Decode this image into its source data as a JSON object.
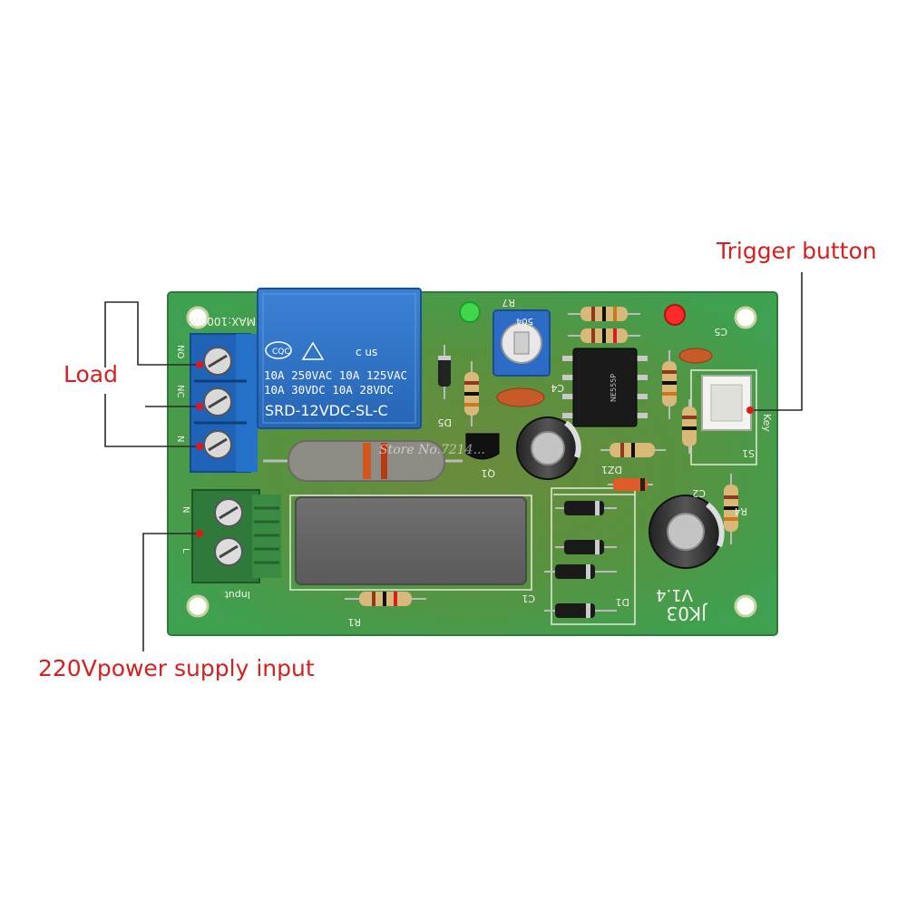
{
  "callouts": {
    "trigger": "Trigger button",
    "load": "Load",
    "power": "220Vpower supply input"
  },
  "relay": {
    "line1": "10A 250VAC 10A 125VAC",
    "line2": "10A   30VDC 10A   28VDC",
    "model": "SRD-12VDC-SL-C",
    "cqc": "CQC",
    "ul": "c  us"
  },
  "pcb": {
    "version": "V1.4",
    "model": "JK03",
    "max_rating": "MAX:1000W",
    "input": "Input",
    "key": "Key",
    "silk": {
      "r1": "R1",
      "r4": "R4",
      "r7": "R7",
      "c1": "C1",
      "c2": "C2",
      "c4": "C4",
      "c5": "C5",
      "d1": "D1",
      "d5": "D5",
      "s1": "S1",
      "q1": "Q1",
      "dz1": "DZ1",
      "no": "NO",
      "nc": "NC",
      "com": "N",
      "in_n": "N",
      "in_l": "L"
    },
    "ic_text": "NE555P",
    "trimmer_value": "504",
    "watermark": "Store No.7214..."
  },
  "colors": {
    "callout": "#d42020",
    "board": "#3f9e4e",
    "relay": "#2f73c6",
    "terminal_blue": "#1f63b8",
    "terminal_green": "#2f7a3a"
  }
}
